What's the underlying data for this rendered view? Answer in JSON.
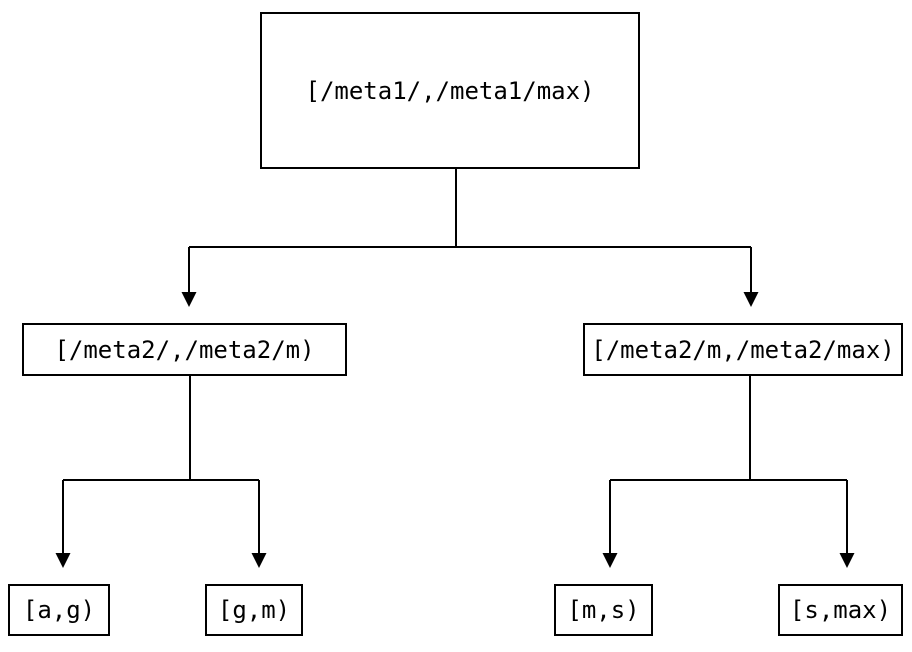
{
  "theme": {
    "bg": "#ffffff",
    "line": "#000000",
    "text": "#000000",
    "node_fill": "#ffffff",
    "node_border": "#000000"
  },
  "diagram": {
    "type": "tree",
    "nodes": [
      {
        "id": "root",
        "label": "[/meta1/,/meta1/max)"
      },
      {
        "id": "meta2-lo",
        "label": "[/meta2/,/meta2/m)"
      },
      {
        "id": "meta2-hi",
        "label": "[/meta2/m,/meta2/max)"
      },
      {
        "id": "leaf-ag",
        "label": "[a,g)"
      },
      {
        "id": "leaf-gm",
        "label": "[g,m)"
      },
      {
        "id": "leaf-ms",
        "label": "[m,s)"
      },
      {
        "id": "leaf-smax",
        "label": "[s,max)"
      }
    ],
    "edges": [
      {
        "from": "root",
        "to": "meta2-lo"
      },
      {
        "from": "root",
        "to": "meta2-hi"
      },
      {
        "from": "meta2-lo",
        "to": "leaf-ag"
      },
      {
        "from": "meta2-lo",
        "to": "leaf-gm"
      },
      {
        "from": "meta2-hi",
        "to": "leaf-ms"
      },
      {
        "from": "meta2-hi",
        "to": "leaf-smax"
      }
    ]
  }
}
